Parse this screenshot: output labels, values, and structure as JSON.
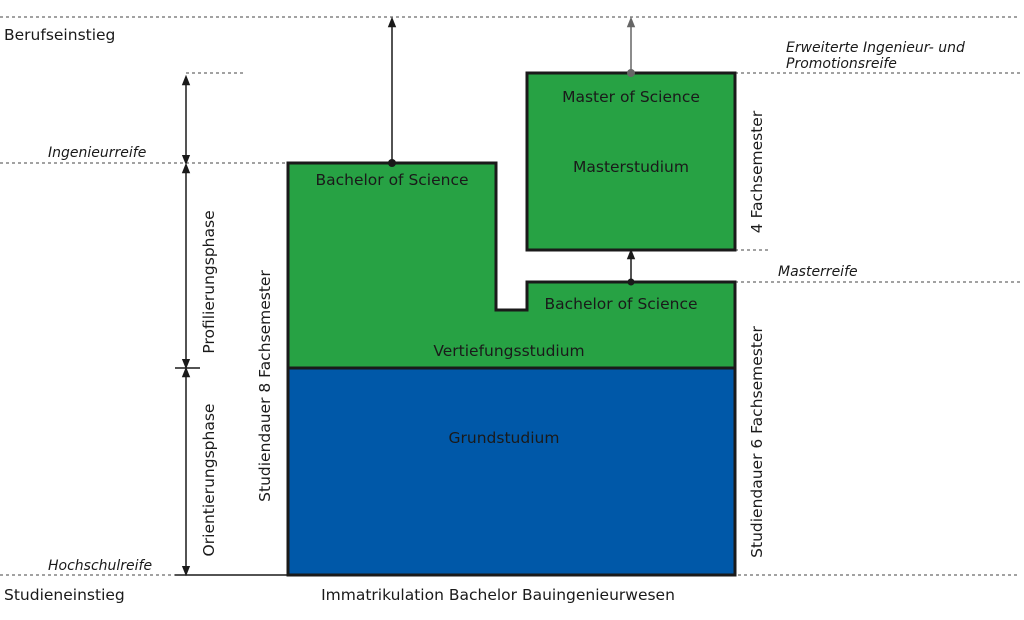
{
  "colors": {
    "green": "#27a244",
    "blue": "#0058a8",
    "outline": "#1a1a1a",
    "grey_arrow": "#666666"
  },
  "levels": {
    "berufseinstieg": "Berufseinstieg",
    "studieneinstieg": "Studieneinstieg",
    "ingenieurreife": "Ingenieurreife",
    "hochschulreife": "Hochschulreife",
    "masterreife": "Masterreife",
    "erweiterte_line1": "Erweiterte Ingenieur- und",
    "erweiterte_line2": "Promotionsreife"
  },
  "phases": {
    "profilierung": "Profilierungsphase",
    "orientierung": "Orientierungsphase"
  },
  "durations": {
    "acht": "Studiendauer 8 Fachsemester",
    "sechs": "Studiendauer 6 Fachsemester",
    "vier": "4 Fachsemester"
  },
  "blocks": {
    "bachelor_8": "Bachelor of Science",
    "bachelor_6": "Bachelor of Science",
    "vertiefung": "Vertiefungsstudium",
    "grund": "Grundstudium",
    "master_title": "Master of Science",
    "master_study": "Masterstudium"
  },
  "footer": "Immatrikulation Bachelor Bauingenieurwesen"
}
